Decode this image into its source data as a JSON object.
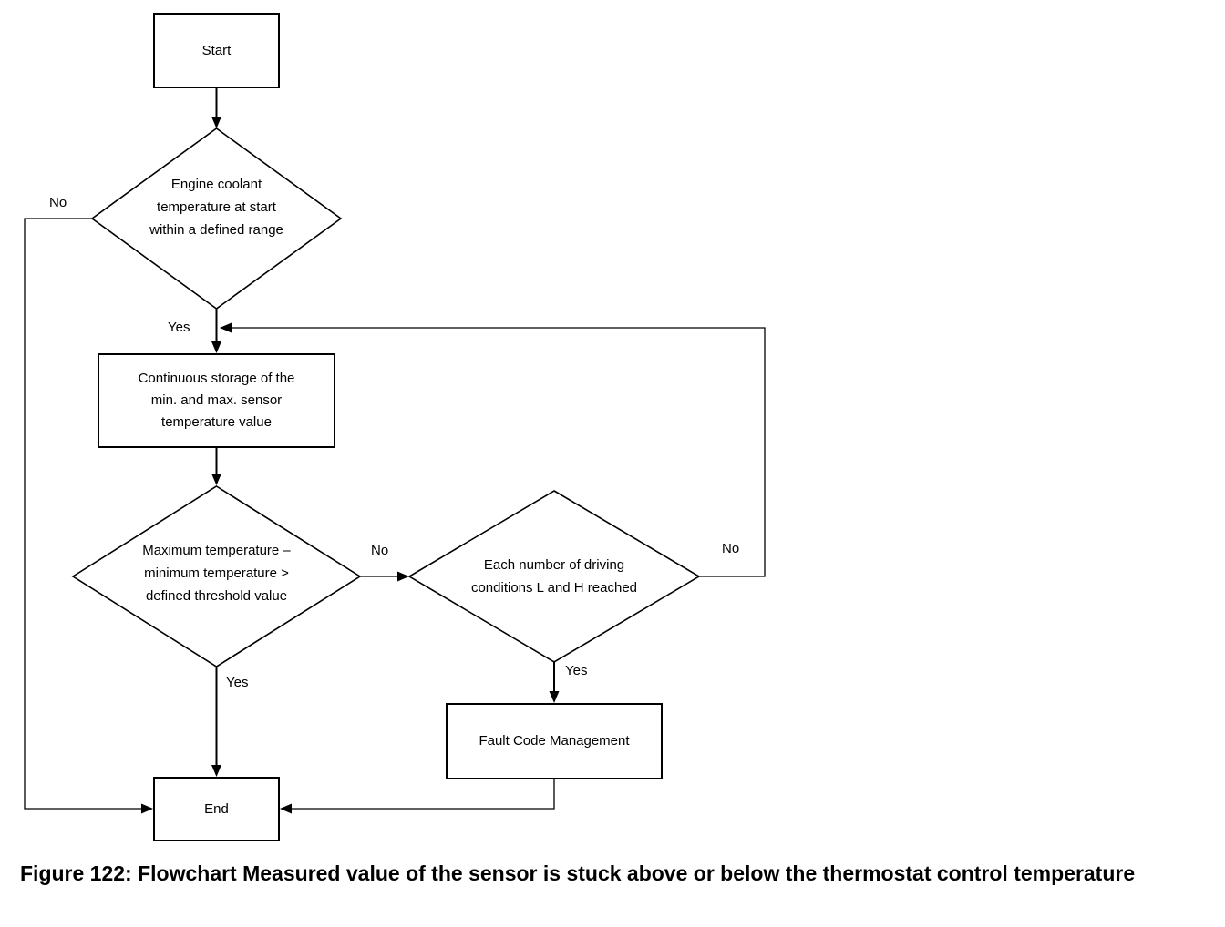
{
  "figure": {
    "caption": "Figure 122: Flowchart Measured value of the sensor is stuck above or below the thermostat control temperature"
  },
  "flowchart": {
    "colors": {
      "line": "#000000",
      "background": "#ffffff",
      "text": "#000000"
    },
    "nodes": {
      "start": {
        "label": "Start",
        "type": "terminator"
      },
      "decision_coolant": {
        "type": "decision",
        "lines": [
          "Engine coolant",
          "temperature at start",
          "within a defined range"
        ]
      },
      "process_storage": {
        "type": "process",
        "lines": [
          "Continuous storage of the",
          "min. and max. sensor",
          "temperature value"
        ]
      },
      "decision_threshold": {
        "type": "decision",
        "lines": [
          "Maximum temperature –",
          "minimum temperature >",
          "defined threshold value"
        ]
      },
      "decision_driving": {
        "type": "decision",
        "lines": [
          "Each number of driving",
          "conditions L and H reached"
        ]
      },
      "process_fault": {
        "label": "Fault Code Management",
        "type": "process"
      },
      "end": {
        "label": "End",
        "type": "terminator"
      }
    },
    "edge_labels": {
      "coolant_no": "No",
      "coolant_yes": "Yes",
      "threshold_no": "No",
      "threshold_yes": "Yes",
      "driving_no": "No",
      "driving_yes": "Yes"
    }
  }
}
